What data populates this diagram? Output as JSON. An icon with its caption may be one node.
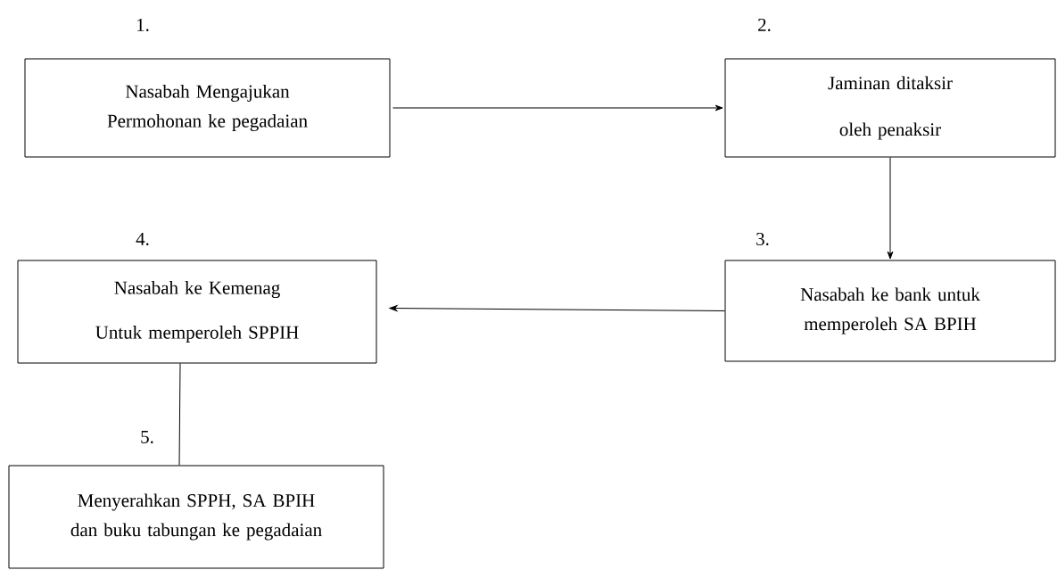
{
  "diagram": {
    "nodes": [
      {
        "text": [
          "Nasabah Mengajukan Permohonan ke pegadaian"
        ],
        "beside": [
          "1."
        ]
      },
      {
        "text": [
          "Jaminan ditaksir oleh penaksir"
        ],
        "beside": [
          "2."
        ]
      },
      {
        "text": [
          "Nasabah ke bank untuk memperoleh SA BPIH"
        ],
        "beside": [
          "3."
        ]
      },
      {
        "text": [
          "Nasabah ke Kemenag Untuk memperoleh SPPIH"
        ],
        "beside": [
          "4."
        ]
      },
      {
        "text": [
          "Menyerahkan SPPH, SA BPIH dan buku tabungan ke pegadaian"
        ],
        "beside": [
          "5."
        ]
      }
    ],
    "edges": [
      {
        "from": 0,
        "to": 1,
        "arrow": "to"
      },
      {
        "from": 1,
        "to": 2,
        "arrow": "to"
      },
      {
        "from": 2,
        "to": 3,
        "arrow": "to"
      },
      {
        "from": 3,
        "to": 4,
        "arrow": "none"
      }
    ]
  }
}
